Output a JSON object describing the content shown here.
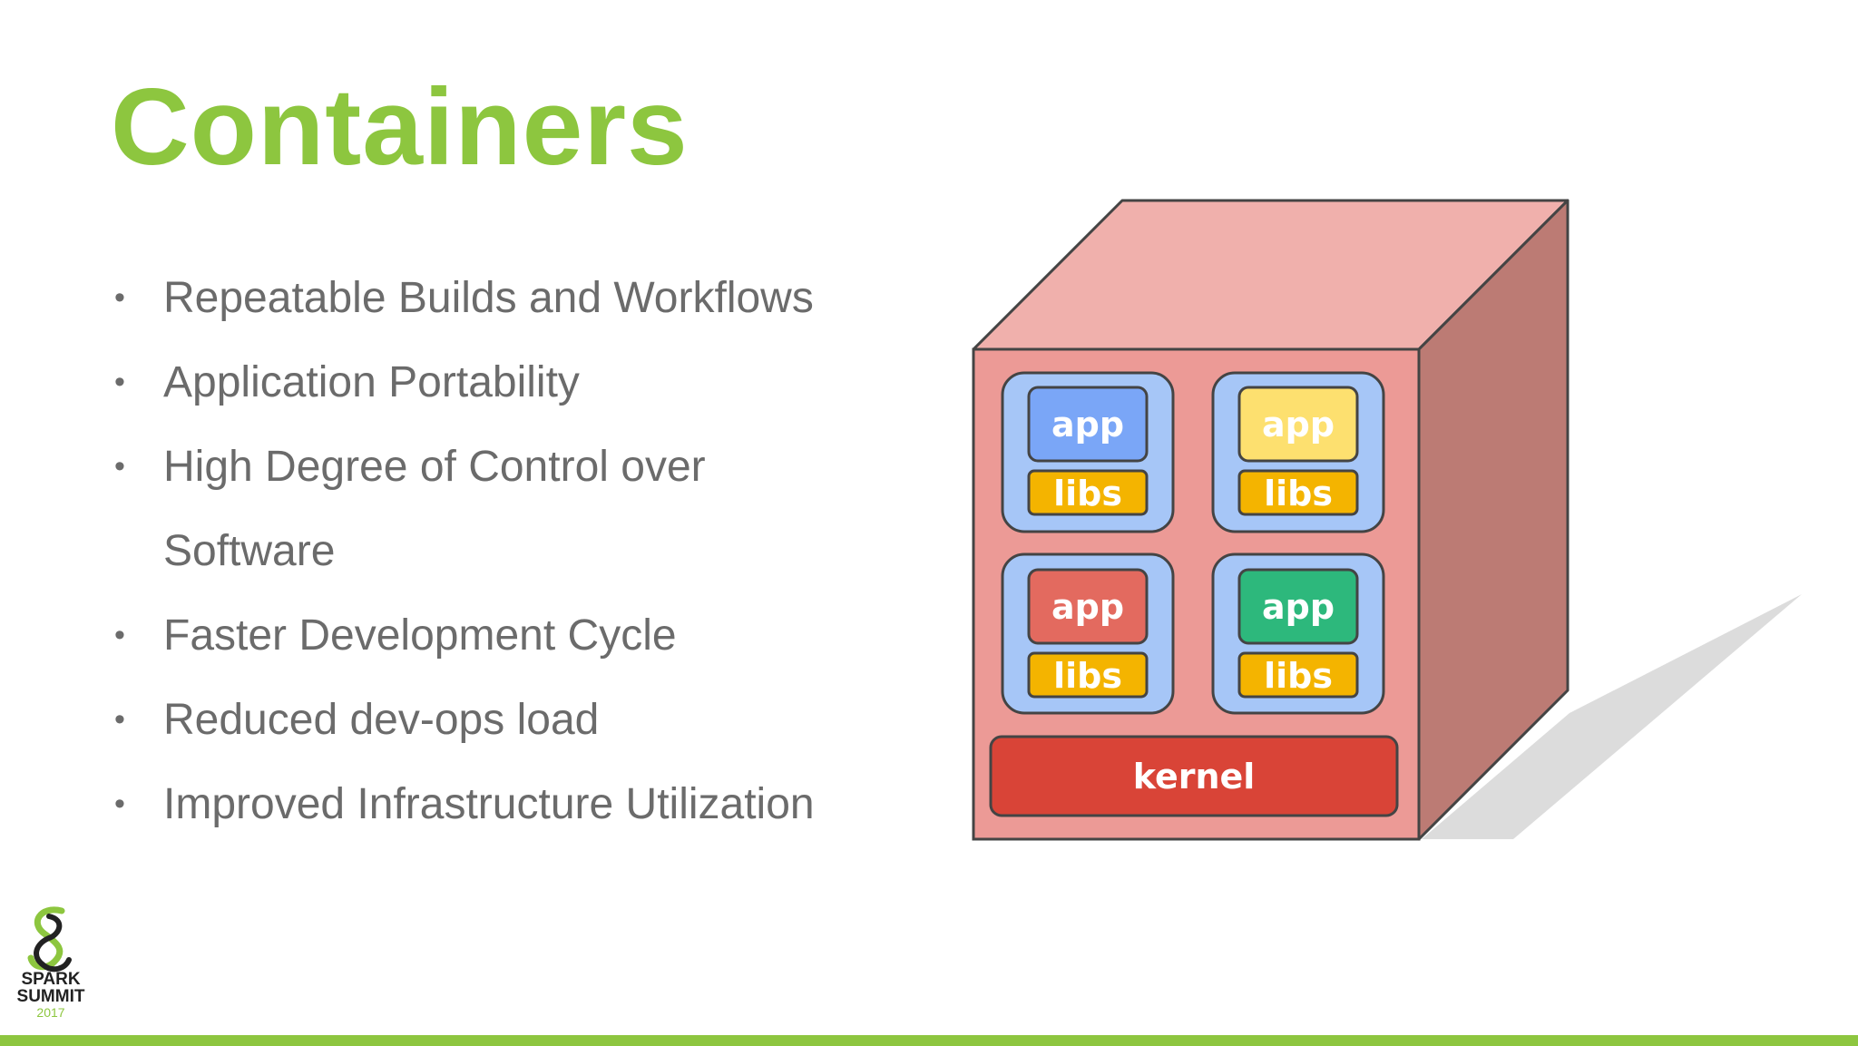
{
  "slide": {
    "title": "Containers",
    "bullets": [
      {
        "text": "Repeatable Builds and Workflows"
      },
      {
        "text": "Application Portability"
      },
      {
        "text": "High Degree of Control over",
        "continuation": "Software"
      },
      {
        "text": "Faster Development Cycle"
      },
      {
        "text": "Reduced dev-ops load"
      },
      {
        "text": "Improved Infrastructure Utilization"
      }
    ],
    "bullet_glyph": "•"
  },
  "diagram": {
    "cells": [
      {
        "app_label": "app",
        "libs_label": "libs",
        "app_color": "#7aa6f7"
      },
      {
        "app_label": "app",
        "libs_label": "libs",
        "app_color": "#fde06f"
      },
      {
        "app_label": "app",
        "libs_label": "libs",
        "app_color": "#e36a5f"
      },
      {
        "app_label": "app",
        "libs_label": "libs",
        "app_color": "#2db87c"
      }
    ],
    "kernel_label": "kernel",
    "colors": {
      "cube_front": "#ec9a96",
      "cube_top": "#f0b0ac",
      "cube_side": "#bc7b74",
      "container_bg": "#a6c6f7",
      "libs": "#f4b400",
      "kernel": "#d94437",
      "shadow": "#dcdcdc"
    }
  },
  "logo": {
    "line1": "SPARK",
    "line2": "SUMMIT",
    "year": "2017"
  },
  "theme": {
    "accent": "#8dc63f",
    "text": "#6b6b6b"
  }
}
